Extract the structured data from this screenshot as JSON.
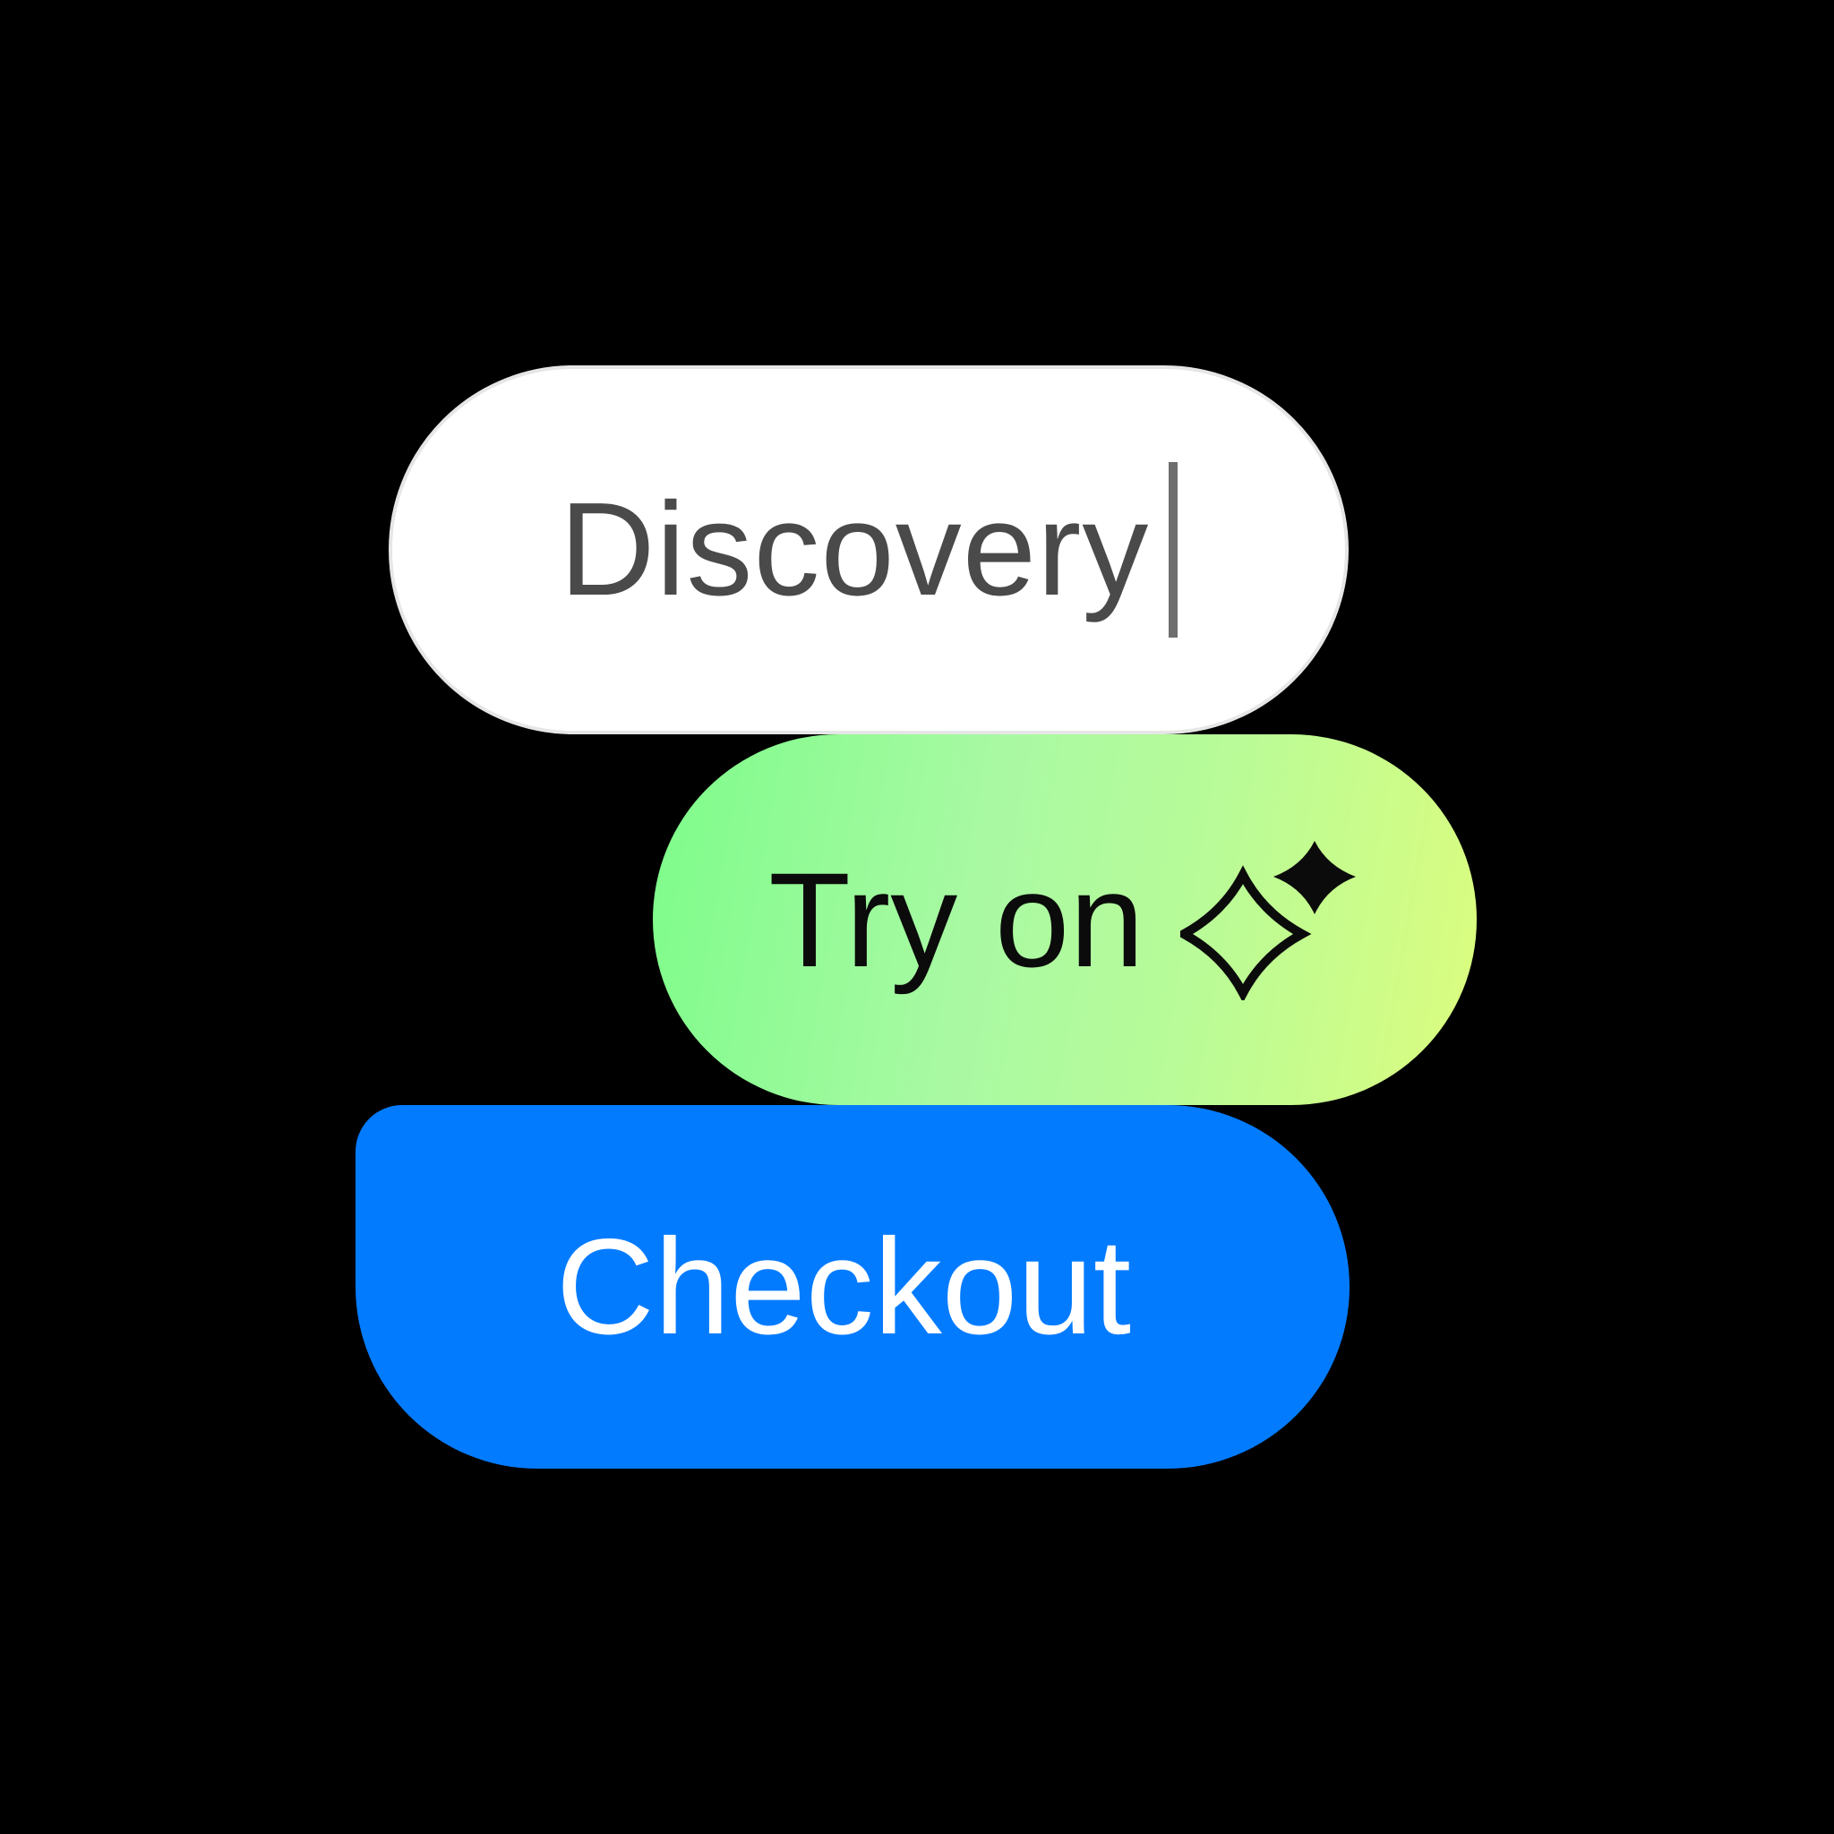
{
  "discovery_field": {
    "value": "Discovery"
  },
  "try_on_button": {
    "label": "Try on",
    "icon": "sparkle-icon"
  },
  "checkout_button": {
    "label": "Checkout"
  },
  "colors": {
    "background": "#000000",
    "discovery_fill": "#ffffff",
    "discovery_text": "#4a4a4a",
    "try_on_gradient_start": "#7dfc8a",
    "try_on_gradient_end": "#dcfd7e",
    "checkout_fill": "#037bff",
    "checkout_text": "#ffffff"
  }
}
